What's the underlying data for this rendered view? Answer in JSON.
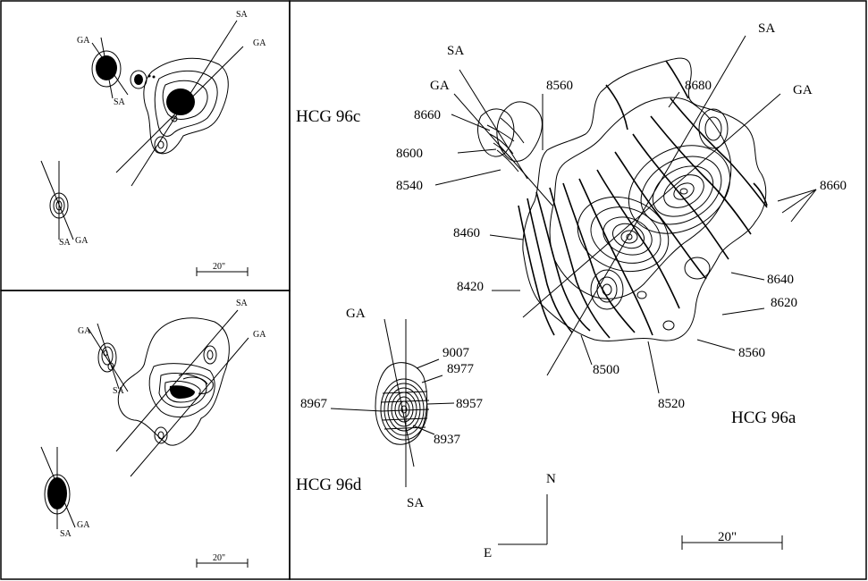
{
  "panels": {
    "top_left": {
      "labels": {
        "ga_c": "GA",
        "sa_c": "SA",
        "sa_a": "SA",
        "ga_a": "GA",
        "sa_d": "SA",
        "ga_d": "GA"
      },
      "scale_bar": "20\""
    },
    "bottom_left": {
      "labels": {
        "ga_c": "GA",
        "sa_c": "SA",
        "sa_a": "SA",
        "ga_a": "GA",
        "sa_d": "SA",
        "ga_d": "GA"
      },
      "scale_bar": "20\""
    },
    "main": {
      "galaxy_labels": {
        "c": "HCG 96c",
        "a": "HCG 96a",
        "d": "HCG 96d"
      },
      "axis_labels": {
        "sa_c": "SA",
        "ga_c": "GA",
        "sa_a": "SA",
        "ga_a": "GA",
        "ga_d": "GA",
        "sa_d": "SA"
      },
      "velocity_labels": {
        "v8560_top": "8560",
        "v8680": "8680",
        "v8660_c": "8660",
        "v8600": "8600",
        "v8540": "8540",
        "v8660_a": "8660",
        "v8460": "8460",
        "v8420": "8420",
        "v8640": "8640",
        "v8620": "8620",
        "v8560_b": "8560",
        "v8500": "8500",
        "v8520": "8520",
        "v9007": "9007",
        "v8977": "8977",
        "v8967": "8967",
        "v8957": "8957",
        "v8937": "8937"
      },
      "compass": {
        "north": "N",
        "east": "E"
      },
      "scale_bar": "20\""
    }
  }
}
